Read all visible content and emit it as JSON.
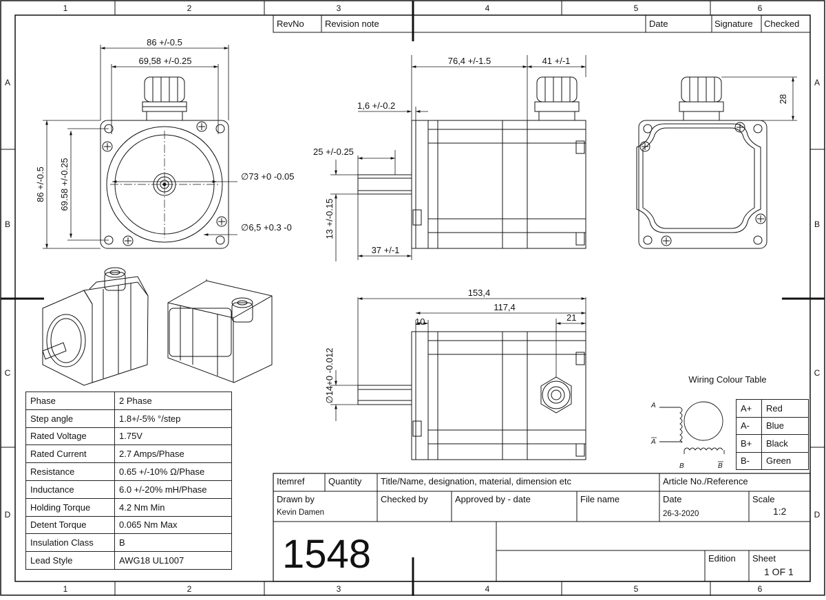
{
  "frame": {
    "col_numbers": [
      "1",
      "2",
      "3",
      "4",
      "5",
      "6"
    ],
    "row_letters": [
      "A",
      "B",
      "C",
      "D"
    ]
  },
  "revision_table": {
    "headers": [
      "RevNo",
      "Revision note",
      "Date",
      "Signature",
      "Checked"
    ]
  },
  "dimensions": {
    "front": {
      "width_outer": "86 +/-0.5",
      "width_holes": "69,58 +/-0.25",
      "height_outer": "86 +/-0.5",
      "height_holes": "69.58 +/-0.25",
      "pilot_dia": "∅73 +0 -0.05",
      "hole_dia": "∅6,5 +0.3 -0"
    },
    "side": {
      "body_length": "76,4 +/-1.5",
      "gland_width": "41 +/-1",
      "flange": "1,6 +/-0.2",
      "key_length": "25 +/-0.25",
      "shaft_length": "37 +/-1",
      "key_height": "13 +/-0.15"
    },
    "rear": {
      "gland_height": "28"
    },
    "bottom": {
      "total": "153,4",
      "body": "117,4",
      "flange": "10",
      "gland_pos": "21",
      "shaft_dia": "∅14+0 -0.012"
    }
  },
  "spec_table": [
    {
      "label": "Phase",
      "value": "2 Phase"
    },
    {
      "label": "Step angle",
      "value": "1.8+/-5% °/step"
    },
    {
      "label": "Rated Voltage",
      "value": "1.75V"
    },
    {
      "label": "Rated Current",
      "value": "2.7 Amps/Phase"
    },
    {
      "label": "Resistance",
      "value": "0.65 +/-10%  Ω/Phase"
    },
    {
      "label": "Inductance",
      "value": "6.0 +/-20% mH/Phase"
    },
    {
      "label": "Holding Torque",
      "value": "4.2 Nm Min"
    },
    {
      "label": "Detent Torque",
      "value": "0.065 Nm Max"
    },
    {
      "label": "Insulation Class",
      "value": "B"
    },
    {
      "label": "Lead Style",
      "value": "AWG18 UL1007"
    }
  ],
  "wiring": {
    "title": "Wiring Colour Table",
    "rows": [
      {
        "wire": "A+",
        "colour": "Red"
      },
      {
        "wire": "A-",
        "colour": "Blue"
      },
      {
        "wire": "B+",
        "colour": "Black"
      },
      {
        "wire": "B-",
        "colour": "Green"
      }
    ],
    "schematic_labels": {
      "a": "A",
      "a_bar": "A",
      "b": "B",
      "b_bar": "B"
    }
  },
  "title_block": {
    "itemref": "Itemref",
    "quantity": "Quantity",
    "title_header": "Title/Name, designation, material, dimension etc",
    "article_header": "Article No./Reference",
    "drawn_by_label": "Drawn by",
    "drawn_by": "Kevin Damen",
    "checked_by_label": "Checked by",
    "approved_label": "Approved by - date",
    "file_name_label": "File name",
    "date_label": "Date",
    "date": "26-3-2020",
    "scale_label": "Scale",
    "scale": "1:2",
    "part_number": "1548",
    "edition_label": "Edition",
    "sheet_label": "Sheet",
    "sheet": "1 OF 1"
  }
}
